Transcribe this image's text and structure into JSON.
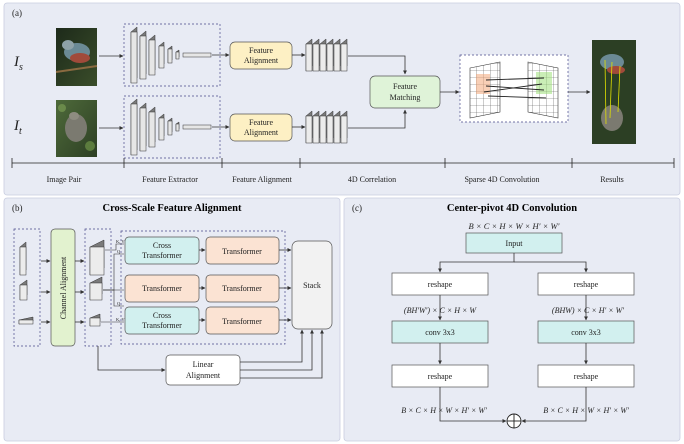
{
  "colors": {
    "panel_bg": "#e8ebf4",
    "feature_alignment": "#fdf0c4",
    "feature_matching": "#dff3d8",
    "cross_transformer": "#d2f0ef",
    "transformer": "#fbe3d3",
    "channel_alignment": "#e2f2cf",
    "input_conv": "#d2f0ef",
    "stack": "#f2f2f2",
    "dashed": "#4a4a8a"
  },
  "panel_a": {
    "label": "(a)",
    "is_label": "I",
    "is_sub": "s",
    "it_label": "I",
    "it_sub": "t",
    "box_feature_alignment_1_line1": "Feature",
    "box_feature_alignment_1_line2": "Alignment",
    "box_feature_alignment_2_line1": "Feature",
    "box_feature_alignment_2_line2": "Alignment",
    "box_feature_matching_line1": "Feature",
    "box_feature_matching_line2": "Matching",
    "stages": [
      "Image Pair",
      "Feature Extractor",
      "Feature Alignment",
      "4D Correlation",
      "Sparse 4D Convolution",
      "Results"
    ]
  },
  "panel_b": {
    "label": "(b)",
    "title": "Cross-Scale Feature Alignment",
    "channel_alignment": "Channel Alignment",
    "cross_transformer_1_line1": "Cross",
    "cross_transformer_1_line2": "Transformer",
    "cross_transformer_2_line1": "Cross",
    "cross_transformer_2_line2": "Transformer",
    "transformer_label": "Transformer",
    "stack": "Stack",
    "linear_alignment_line1": "Linear",
    "linear_alignment_line2": "Alignment",
    "kv_label": "K, V",
    "q_label": "Q"
  },
  "panel_c": {
    "label": "(c)",
    "title": "Center-pivot 4D Convolution",
    "input_shape": "B × C × H × W × H′ × W′",
    "input": "Input",
    "reshape": "reshape",
    "left_shape": "(BH′W′) × C × H × W",
    "right_shape": "(BHW) × C × H′ × W′",
    "conv": "conv 3x3",
    "out_shape": "B × C × H × W × H′ × W′"
  }
}
